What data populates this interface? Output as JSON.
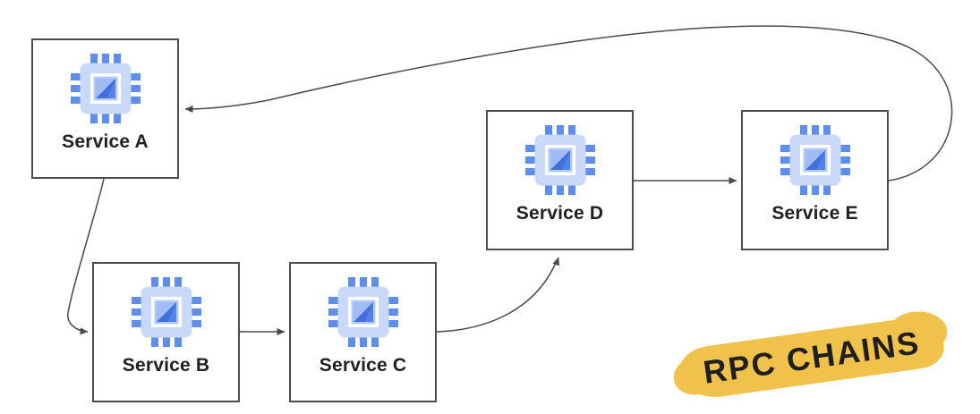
{
  "diagram": {
    "nodes": [
      {
        "id": "service-a",
        "label": "Service A"
      },
      {
        "id": "service-b",
        "label": "Service B"
      },
      {
        "id": "service-c",
        "label": "Service C"
      },
      {
        "id": "service-d",
        "label": "Service D"
      },
      {
        "id": "service-e",
        "label": "Service E"
      }
    ],
    "edges": [
      {
        "from": "service-a",
        "to": "service-b"
      },
      {
        "from": "service-b",
        "to": "service-c"
      },
      {
        "from": "service-c",
        "to": "service-d"
      },
      {
        "from": "service-d",
        "to": "service-e"
      },
      {
        "from": "service-e",
        "to": "service-a"
      }
    ],
    "node_icon": "chip-icon"
  },
  "stamp": {
    "label": "RPC CHAINS"
  },
  "colors": {
    "box_border": "#4d4d4d",
    "arrow": "#4a4a4a",
    "label": "#212121",
    "chip_pin": "#5e8deb",
    "chip_body": "#c8d9fa",
    "chip_inner_border": "#afc9fa",
    "chip_light": "#9fbcf6",
    "chip_mid": "#5383e8",
    "chip_dark": "#4170dc",
    "highlight": "#f0c24b",
    "stamp_text": "#1f1f1f"
  }
}
